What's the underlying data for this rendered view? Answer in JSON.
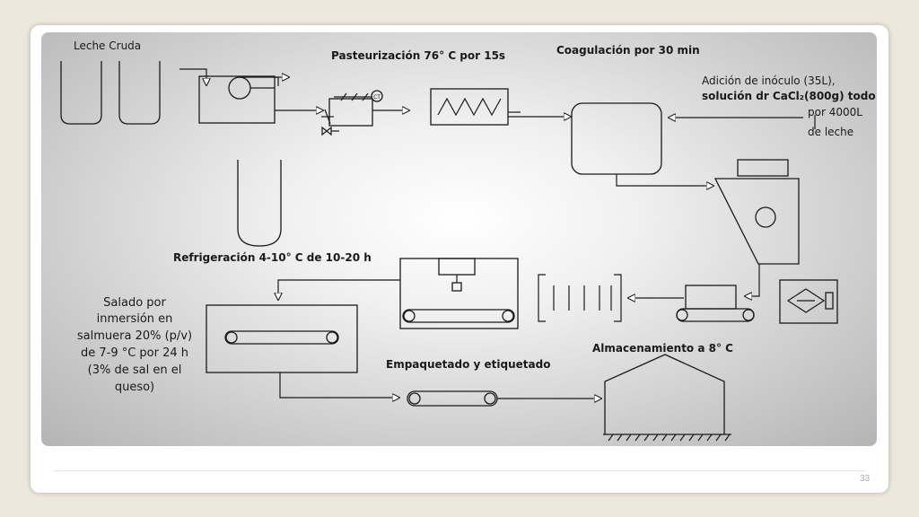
{
  "labels": {
    "raw_milk": "Leche Cruda",
    "pasteurization": "Pasteurización 76° C por 15s",
    "coagulation": "Coagulación por 30 min",
    "inoculum_1": "Adición de inóculo (35L),",
    "inoculum_2": "solución dr CaCl₂(800g) todo",
    "inoculum_3": "por 4000L",
    "inoculum_4": "de leche",
    "refrigeration": "Refrigeración 4-10° C de 10-20 h",
    "salting_1": "Salado por",
    "salting_2": "inmersión en",
    "salting_3": "salmuera 20% (p/v)",
    "salting_4": "de 7-9 °C por 24 h",
    "salting_5": "(3% de sal en el",
    "salting_6": "queso)",
    "packaging": "Empaquetado y etiquetado",
    "storage": "Almacenamiento a 8° C",
    "thermo_tag": "CT"
  },
  "footer": {
    "page_number": "33"
  }
}
